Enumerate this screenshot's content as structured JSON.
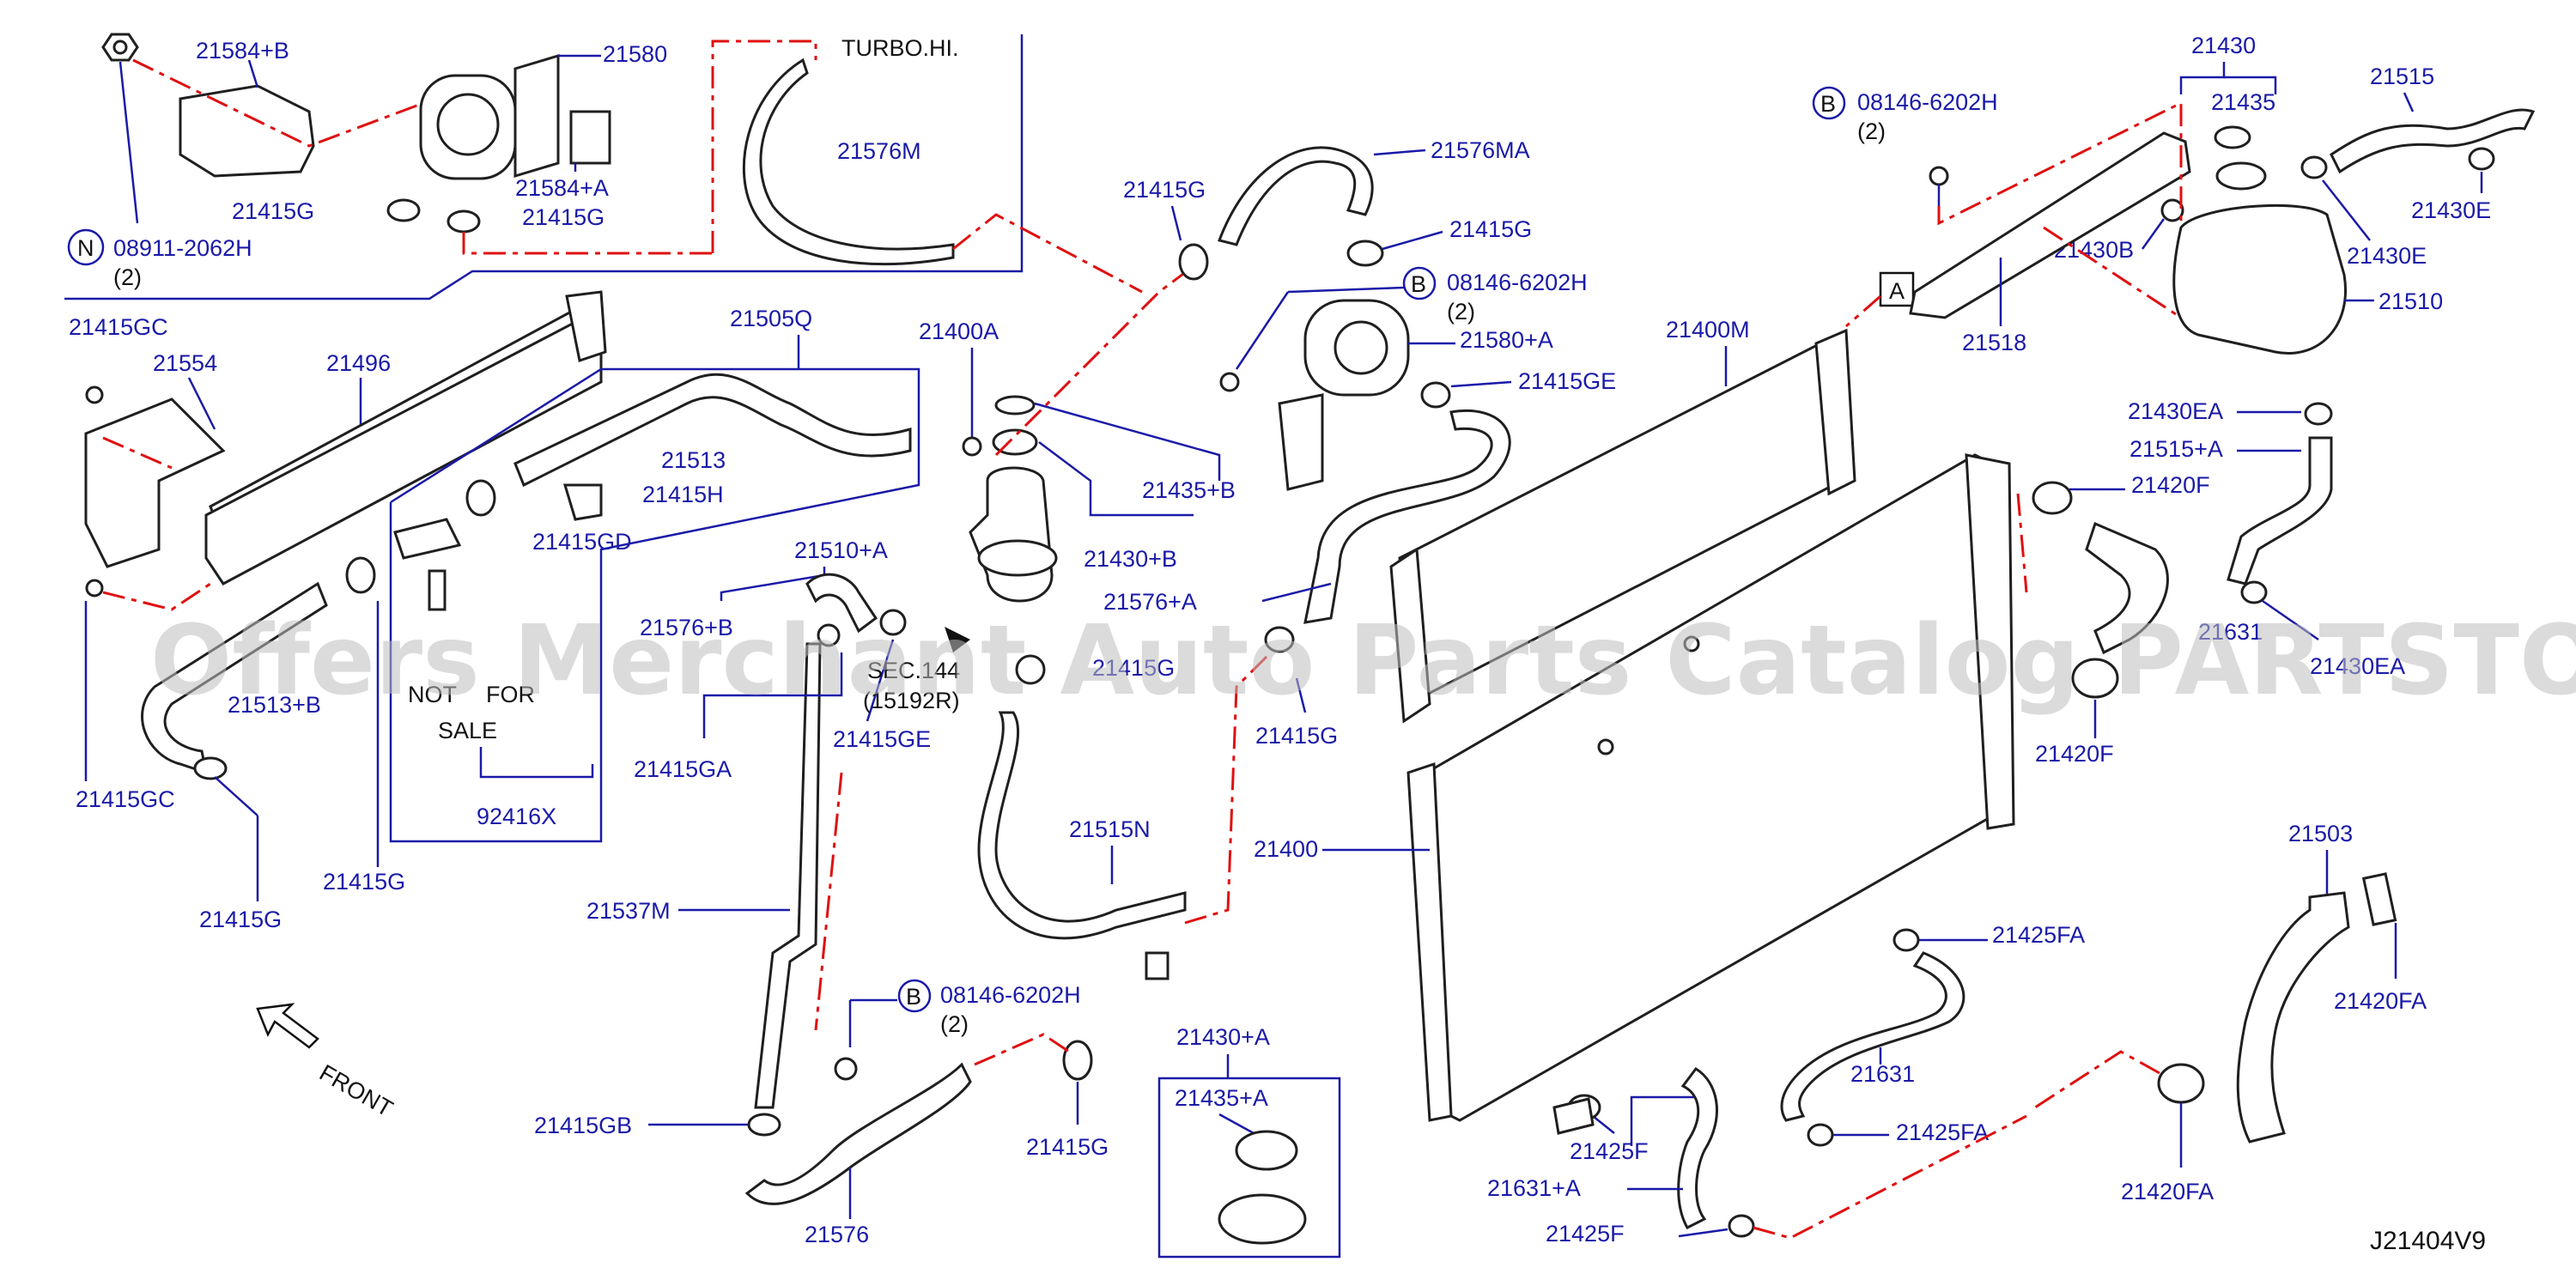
{
  "diagram": {
    "code": "J21404V9",
    "watermark": "Offers Merchant Auto Parts Catalog PARTSTORE.SA",
    "note_turbo": "TURBO.HI.",
    "note_front": "FRONT",
    "note_not_for_sale": [
      "NOT",
      "FOR",
      "SALE"
    ],
    "note_sec": [
      "SEC.144",
      "(15192R)"
    ],
    "callout_a": "A",
    "markers": {
      "b": "B",
      "n": "N"
    },
    "bolt_b1": "08146-6202H",
    "bolt_b1_qty": "(2)",
    "bolt_b2": "08146-6202H",
    "bolt_b2_qty": "(2)",
    "bolt_b3": "08146-6202H",
    "bolt_b3_qty": "(2)",
    "nut_n": "08911-2062H",
    "nut_n_qty": "(2)",
    "labels": {
      "p21584B": "21584+B",
      "p21580": "21580",
      "p21584A": "21584+A",
      "p21415G_a": "21415G",
      "p21415G_b": "21415G",
      "p21576M": "21576M",
      "p21415GC_a": "21415GC",
      "p21554": "21554",
      "p21496": "21496",
      "p21505Q": "21505Q",
      "p21513": "21513",
      "p21415H": "21415H",
      "p21415GD": "21415GD",
      "p21400A": "21400A",
      "p21415G_c": "21415G",
      "p21576MA": "21576MA",
      "p21415G_d": "21415G",
      "p21580A": "21580+A",
      "p21415GE_a": "21415GE",
      "p21435B": "21435+B",
      "p21430B_b": "21430+B",
      "p21576A": "21576+A",
      "p21510A": "21510+A",
      "p21576B": "21576+B",
      "p21415G_e": "21415G",
      "p21415GA": "21415GA",
      "p21415GE_b": "21415GE",
      "p21513B": "21513+B",
      "p21415GC_b": "21415GC",
      "p21415G_f": "21415G",
      "p21415G_g": "21415G",
      "p92416X": "92416X",
      "p21537M": "21537M",
      "p21515N": "21515N",
      "p21415G_h": "21415G",
      "p21400": "21400",
      "p21400M": "21400M",
      "p21518": "21518",
      "p21430": "21430",
      "p21435": "21435",
      "p21430B": "21430B",
      "p21515": "21515",
      "p21430E_a": "21430E",
      "p21430E_b": "21430E",
      "p21510": "21510",
      "p21430EA_a": "21430EA",
      "p21515A": "21515+A",
      "p21420F_a": "21420F",
      "p21631_r": "21631",
      "p21430EA_b": "21430EA",
      "p21420F_b": "21420F",
      "p21503": "21503",
      "p21420FA_a": "21420FA",
      "p21425FA_a": "21425FA",
      "p21631": "21631",
      "p21425FA_b": "21425FA",
      "p21420FA_b": "21420FA",
      "p21425F_a": "21425F",
      "p21631A": "21631+A",
      "p21425F_b": "21425F",
      "p21415GB": "21415GB",
      "p21576": "21576",
      "p21415G_i": "21415G",
      "p21430A": "21430+A",
      "p21435A": "21435+A"
    }
  }
}
